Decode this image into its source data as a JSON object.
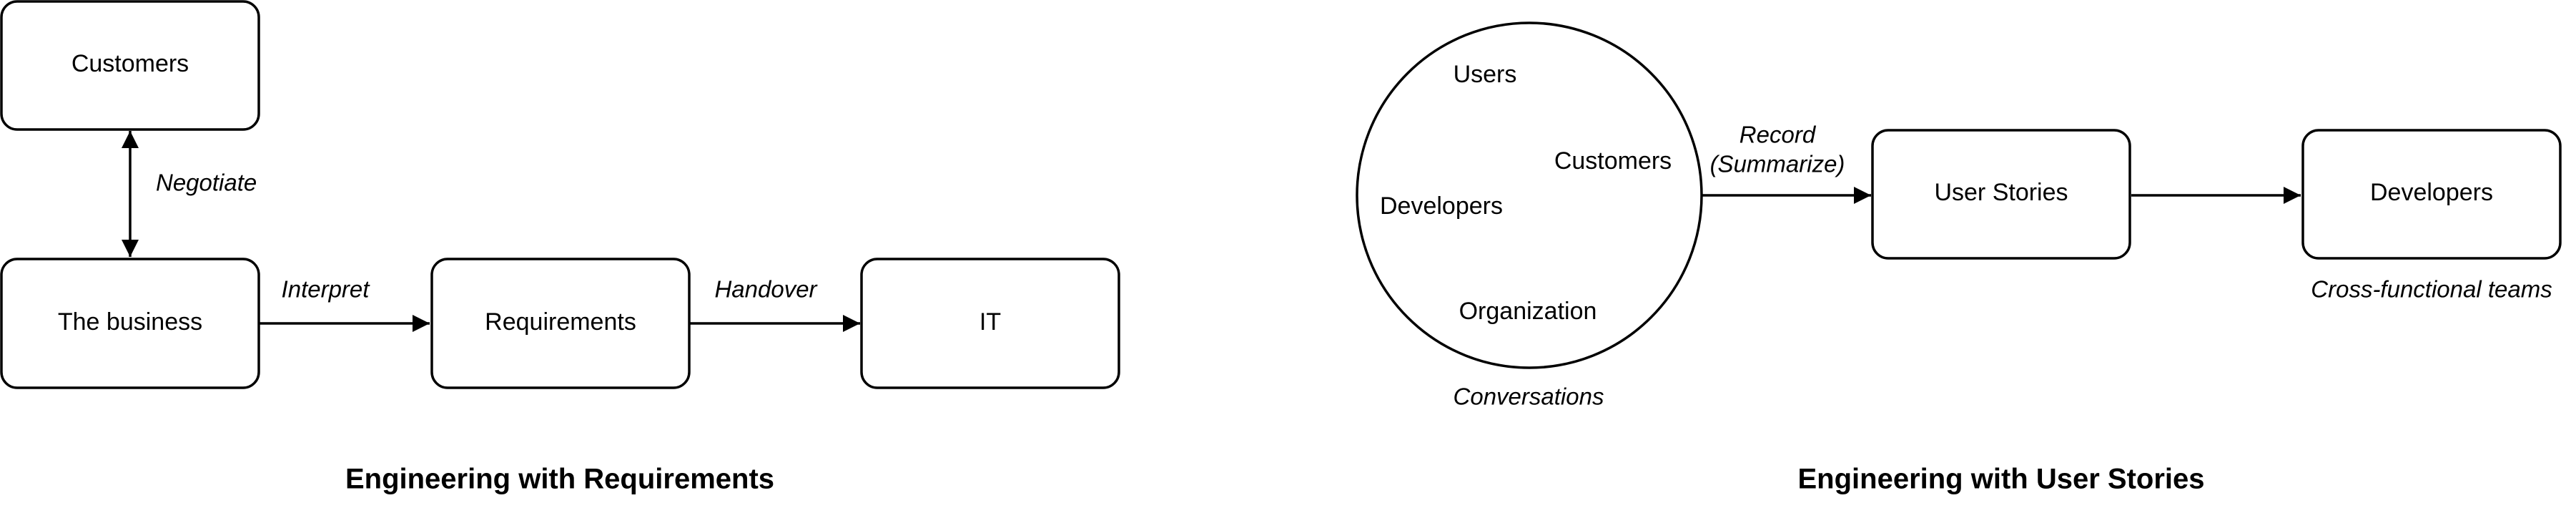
{
  "left_diagram": {
    "title": "Engineering with Requirements",
    "nodes": {
      "customers": "Customers",
      "business": "The business",
      "requirements": "Requirements",
      "it": "IT"
    },
    "edges": {
      "negotiate": "Negotiate",
      "interpret": "Interpret",
      "handover": "Handover"
    }
  },
  "right_diagram": {
    "title": "Engineering with User Stories",
    "conversation": {
      "users": "Users",
      "customers": "Customers",
      "developers": "Developers",
      "organization": "Organization",
      "caption": "Conversations"
    },
    "edges": {
      "record": "Record",
      "summarize": "(Summarize)"
    },
    "nodes": {
      "user_stories": "User Stories",
      "developers": "Developers"
    },
    "developers_caption": "Cross-functional teams"
  }
}
